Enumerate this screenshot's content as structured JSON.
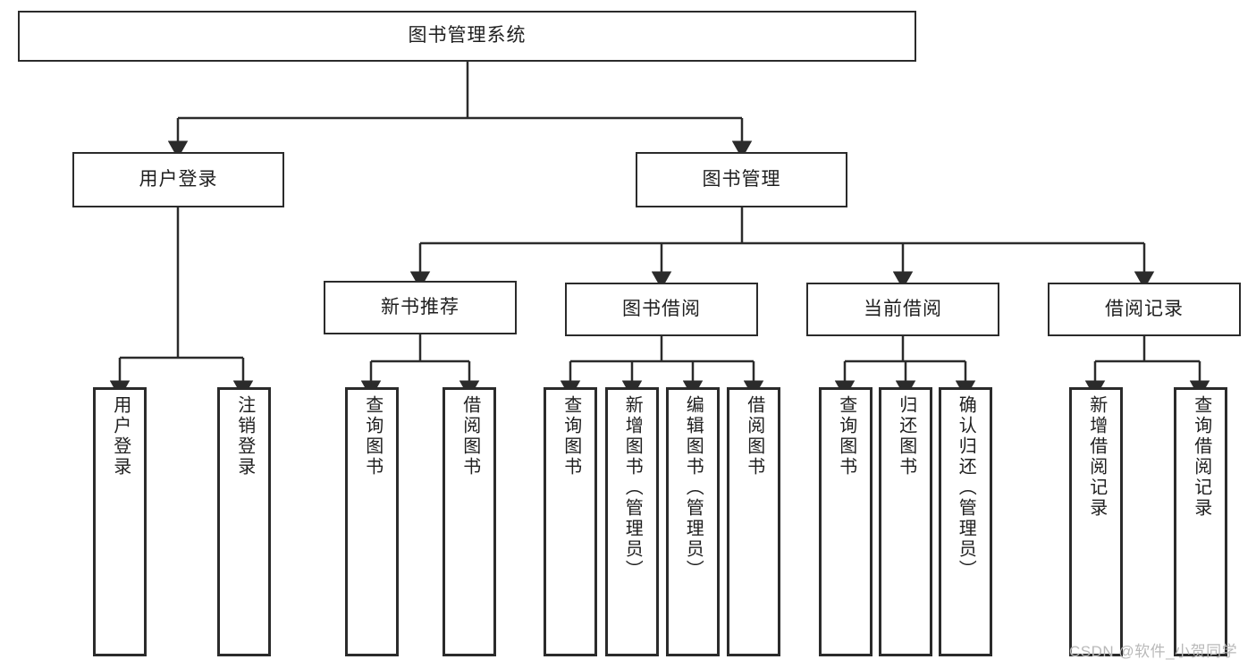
{
  "diagram": {
    "type": "tree-hierarchy-diagram",
    "title": "图书管理系统",
    "watermark": "CSDN @软件_小贺同学",
    "colors": {
      "stroke": "#2b2b2b",
      "fill": "#ffffff",
      "text": "#1f1f1f",
      "watermark": "#b9b9b9"
    },
    "root": {
      "label": "图书管理系统"
    },
    "level2": [
      {
        "label": "用户登录"
      },
      {
        "label": "图书管理"
      }
    ],
    "level3": [
      {
        "label": "新书推荐"
      },
      {
        "label": "图书借阅"
      },
      {
        "label": "当前借阅"
      },
      {
        "label": "借阅记录"
      }
    ],
    "leaves": {
      "user_login": [
        {
          "label": "用户登录"
        },
        {
          "label": "注销登录"
        }
      ],
      "new_book_recommend": [
        {
          "label": "查询图书"
        },
        {
          "label": "借阅图书"
        }
      ],
      "book_borrow": [
        {
          "label": "查询图书"
        },
        {
          "label": "新增图书（管理员）"
        },
        {
          "label": "编辑图书（管理员）"
        },
        {
          "label": "借阅图书"
        }
      ],
      "current_borrow": [
        {
          "label": "查询图书"
        },
        {
          "label": "归还图书"
        },
        {
          "label": "确认归还（管理员）"
        }
      ],
      "borrow_record": [
        {
          "label": "新增借阅记录"
        },
        {
          "label": "查询借阅记录"
        }
      ]
    }
  }
}
